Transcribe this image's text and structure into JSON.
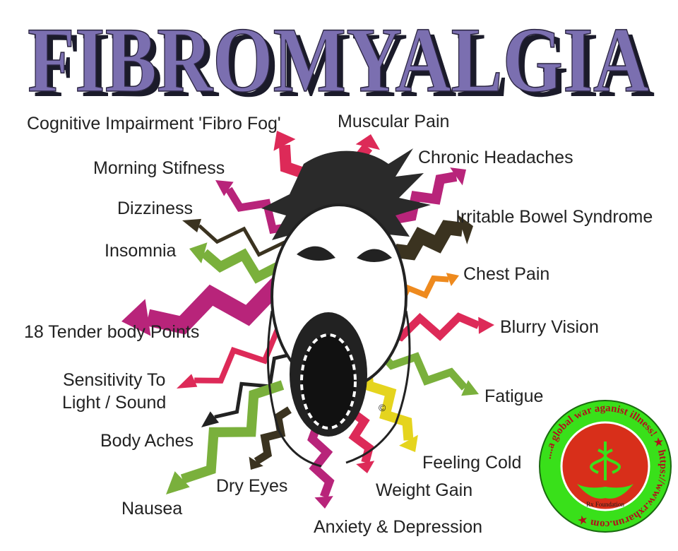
{
  "title": "FIBROMYALGIA",
  "colors": {
    "title_fill": "#7b6fb0",
    "title_shadow": "#1b1b2a",
    "magenta": "#b8247a",
    "crimson": "#dd2a58",
    "green": "#7ab03c",
    "orange": "#ee8a1e",
    "yellow": "#e5d41e",
    "olive": "#3b3320",
    "dark": "#222222"
  },
  "symptoms": [
    "Cognitive Impairment 'Fibro Fog'",
    "Muscular Pain",
    "Chronic Headaches",
    "Morning Stifness",
    "Dizziness",
    "Irritable Bowel Syndrome",
    "Insomnia",
    "Chest Pain",
    "Blurry Vision",
    "18 Tender body Points",
    "Sensitivity To\nLight / Sound",
    "Fatigue",
    "Body Aches",
    "Feeling Cold",
    "Dry Eyes",
    "Weight Gain",
    "Nausea",
    "Anxiety & Depression"
  ],
  "copyright": "©",
  "badge": {
    "ring_text": "....a global war aganist illness! ★ https://www.rxharun.com ★",
    "org": "Rx Foundation",
    "colors": {
      "ring": "#39e01a",
      "inner": "#d82f1a"
    }
  }
}
